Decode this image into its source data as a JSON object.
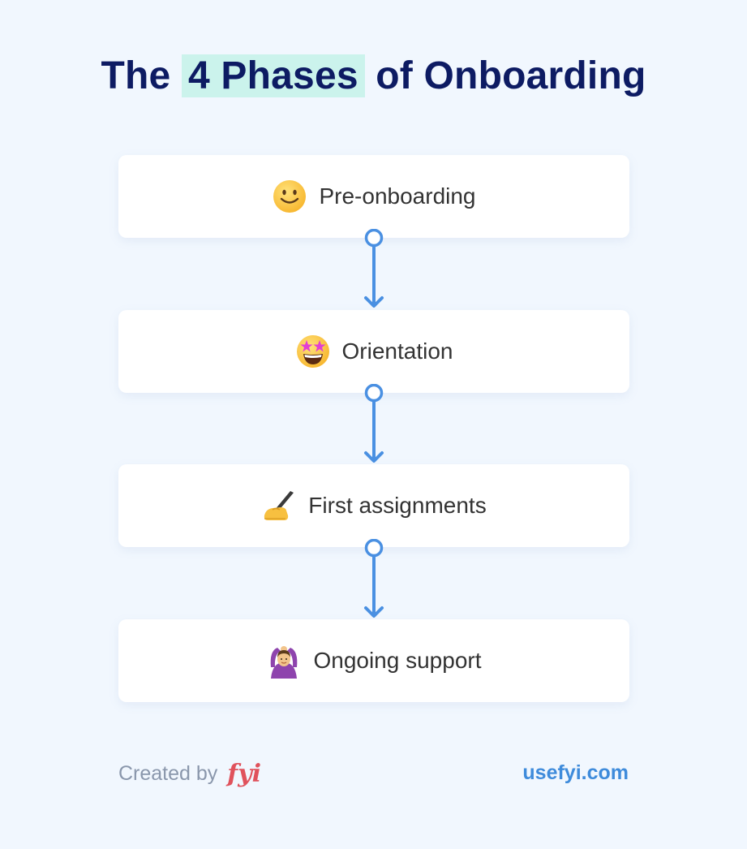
{
  "header": {
    "title_before": "The",
    "title_highlight": "4 Phases",
    "title_after": "of Onboarding"
  },
  "phases": [
    {
      "label": "Pre-onboarding",
      "icon": "smiling-face-icon"
    },
    {
      "label": "Orientation",
      "icon": "star-struck-face-icon"
    },
    {
      "label": "First assignments",
      "icon": "writing-hand-icon"
    },
    {
      "label": "Ongoing support",
      "icon": "woman-gesturing-ok-icon"
    }
  ],
  "footer": {
    "credit": "Created by",
    "brand": "fyi",
    "site": "usefyi.com"
  },
  "colors": {
    "background": "#f1f7fe",
    "title": "#0d1b63",
    "highlight": "#cbf3ec",
    "connector": "#4a90e2",
    "brand": "#e0525c",
    "site": "#3e8bdb"
  }
}
